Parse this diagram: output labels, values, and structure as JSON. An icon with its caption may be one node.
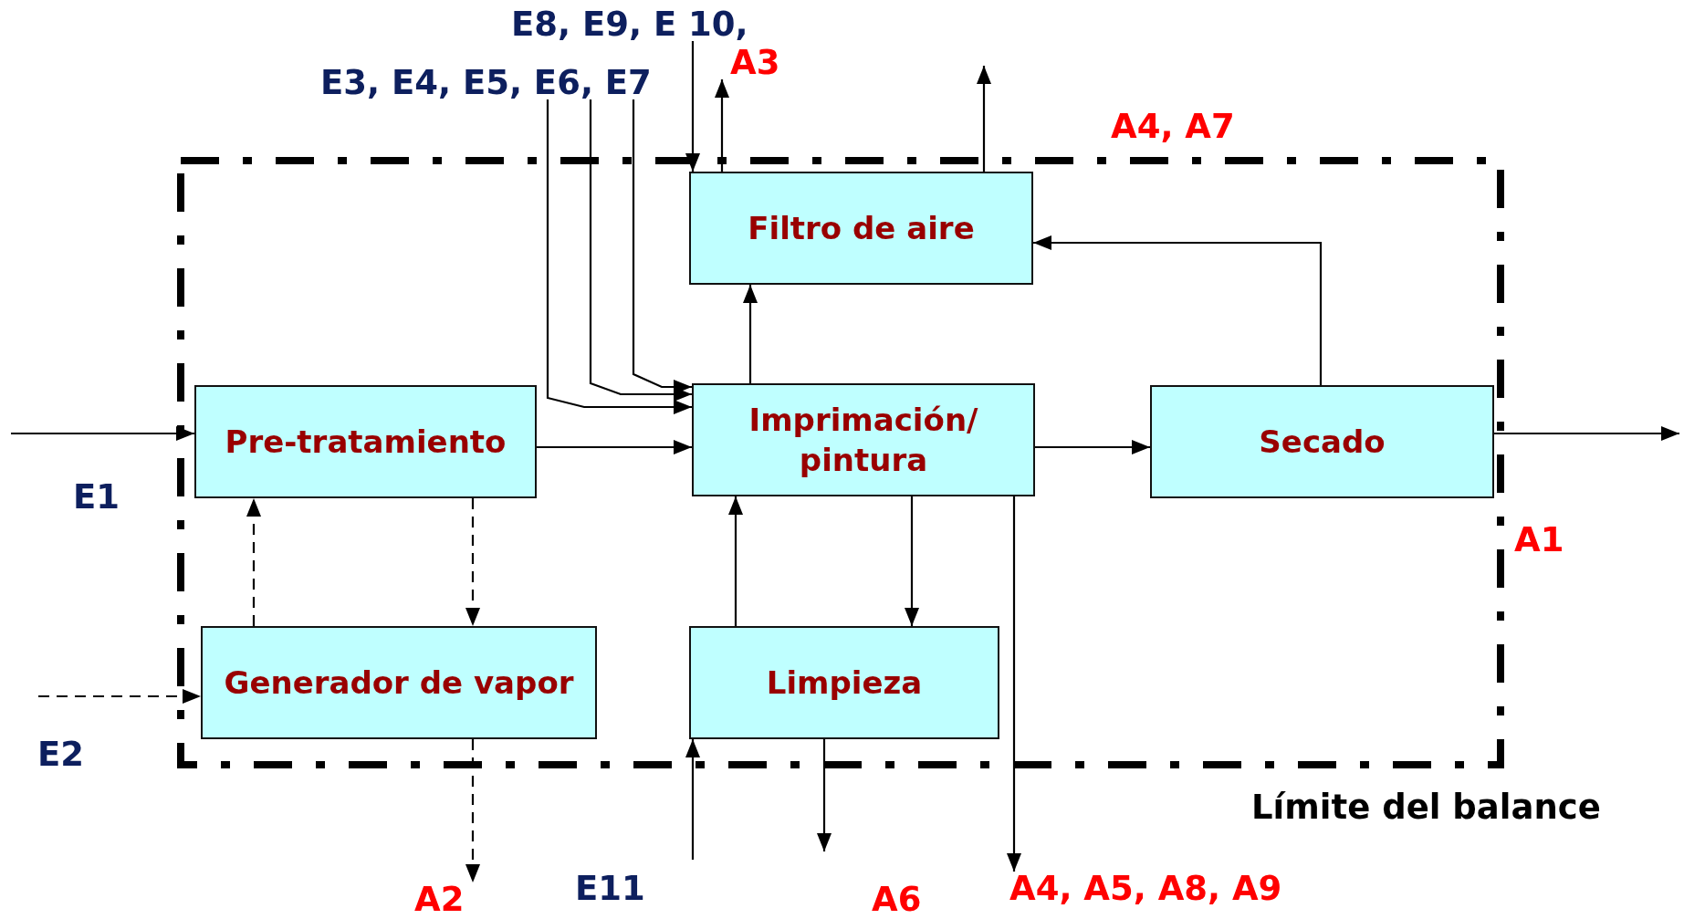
{
  "diagram": {
    "nodes": [
      {
        "text": [
          "Límite del balance"
        ]
      },
      {
        "text": [
          "Filtro de aire"
        ],
        "in": 0
      },
      {
        "text": [
          "Pre-tratamiento"
        ],
        "in": 0
      },
      {
        "text": [
          "Imprimación/ pintura"
        ],
        "in": 0
      },
      {
        "text": [
          "Secado"
        ],
        "in": 0
      },
      {
        "text": [
          "Generador de vapor"
        ],
        "in": 0
      },
      {
        "text": [
          "Limpieza"
        ],
        "in": 0
      },
      {
        "text": [
          "E8, E9, E 10,"
        ]
      },
      {
        "text": [
          "E3, E4, E5, E6, E7"
        ]
      },
      {
        "text": [
          "A2"
        ]
      },
      {
        "text": [
          "A4, A5, A8, A9"
        ]
      },
      {
        "text": [
          "A3"
        ]
      }
    ],
    "edges": [
      {
        "from": null,
        "to": 2,
        "arrow": "to"
      },
      {
        "from": null,
        "to": 5,
        "arrow": "to",
        "style": "dashed"
      },
      {
        "from": 2,
        "to": 3,
        "arrow": "to"
      },
      {
        "from": 3,
        "to": 4,
        "arrow": "to"
      },
      {
        "from": 4,
        "to": null,
        "arrow": "to"
      },
      {
        "from": 3,
        "to": 1,
        "arrow": "to"
      },
      {
        "from": 4,
        "to": 1,
        "arrow": "to"
      },
      {
        "from": 1,
        "to": 11,
        "arrow": "to"
      },
      {
        "from": 1,
        "to": null,
        "arrow": "to"
      },
      {
        "from": 7,
        "to": 1,
        "arrow": "to"
      },
      {
        "from": 8,
        "to": 3,
        "arrow": "to"
      },
      {
        "from": 8,
        "to": 3,
        "arrow": "to"
      },
      {
        "from": 8,
        "to": 3,
        "arrow": "to"
      },
      {
        "from": 5,
        "to": 2,
        "arrow": "to",
        "style": "dashed"
      },
      {
        "from": 2,
        "to": 5,
        "arrow": "to",
        "style": "dashed"
      },
      {
        "from": 5,
        "to": 9,
        "arrow": "to",
        "style": "dashed"
      },
      {
        "from": 6,
        "to": 3,
        "arrow": "to"
      },
      {
        "from": 3,
        "to": 6,
        "arrow": "to"
      },
      {
        "from": null,
        "to": 6,
        "arrow": "to"
      },
      {
        "from": 6,
        "to": null,
        "arrow": "to"
      },
      {
        "from": 3,
        "to": 10,
        "arrow": "to"
      }
    ],
    "labels": [
      "A4, A7",
      "E1",
      "A1",
      "E2",
      "E11",
      "A6"
    ]
  }
}
